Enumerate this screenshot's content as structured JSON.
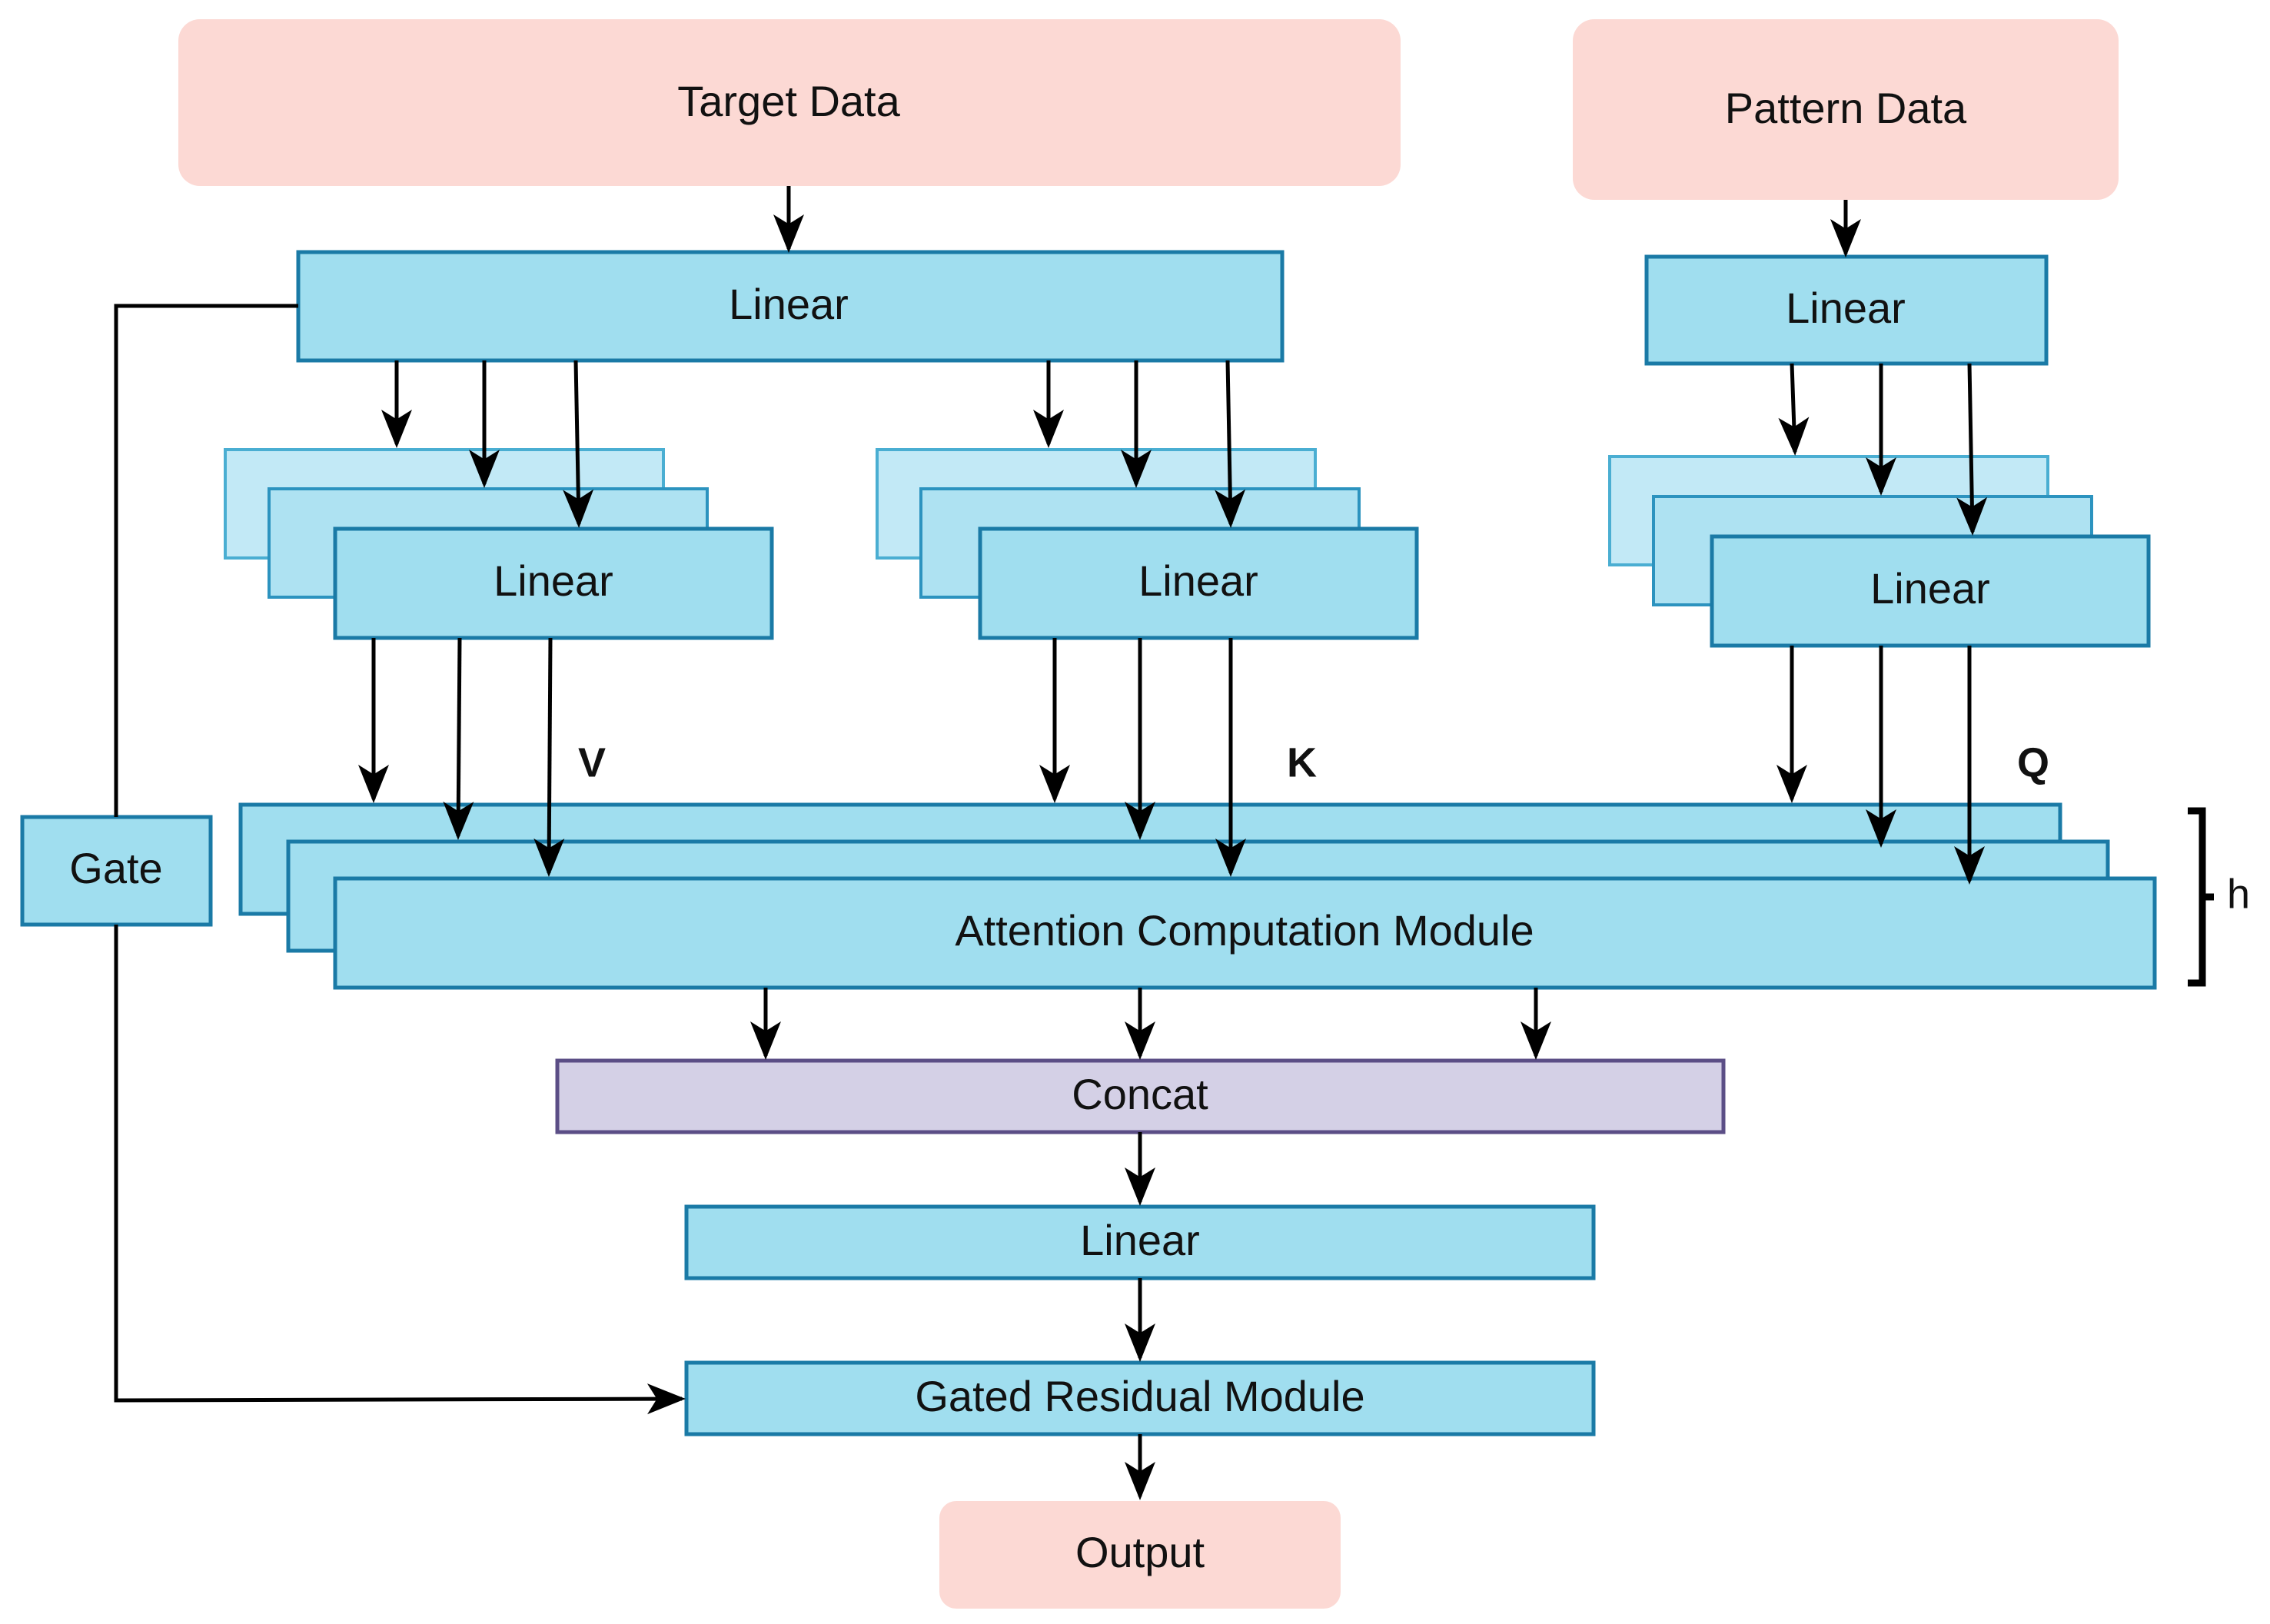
{
  "nodes": {
    "target_data": "Target Data",
    "pattern_data": "Pattern Data",
    "linear_target": "Linear",
    "linear_pattern": "Linear",
    "linear_v": "Linear",
    "linear_k": "Linear",
    "linear_q": "Linear",
    "gate": "Gate",
    "attention": "Attention Computation Module",
    "concat": "Concat",
    "linear_out": "Linear",
    "gated_residual": "Gated Residual Module",
    "output": "Output"
  },
  "labels": {
    "v": "V",
    "k": "K",
    "q": "Q",
    "heads": "h"
  },
  "colors": {
    "data_fill": "#fcd9d4",
    "module_fill": "#a0deef",
    "module_stroke": "#1a7aa6",
    "module_back_fill": "#c2e9f6",
    "module_back_stroke": "#4aaed2",
    "concat_fill": "#d4d0e6",
    "concat_stroke": "#5b4e86",
    "arrow": "#000000"
  }
}
